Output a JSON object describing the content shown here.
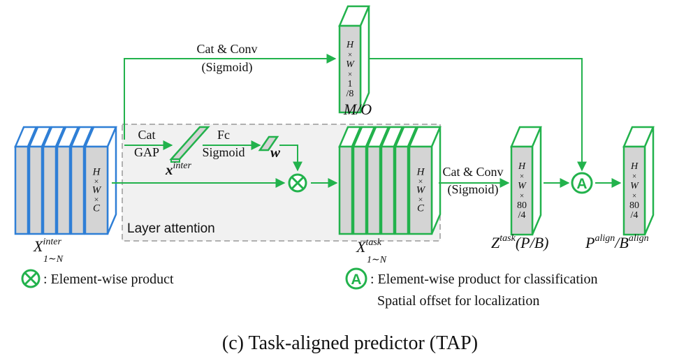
{
  "labels": {
    "cat_conv_top": "Cat & Conv",
    "sigmoid_top": "(Sigmoid)",
    "mo_label": "M/O",
    "cat": "Cat",
    "gap": "GAP",
    "fc": "Fc",
    "sigmoid_mid": "Sigmoid",
    "x_inter_base": "x",
    "x_inter_sup": "inter",
    "w_label": "w",
    "layer_attention": "Layer attention",
    "cat_conv_right": "Cat & Conv",
    "sigmoid_right": "(Sigmoid)",
    "x_in_base": "X",
    "x_in_sup": "inter",
    "x_in_sub": "1∼N",
    "x_task_base": "X",
    "x_task_sup": "task",
    "x_task_sub": "1∼N",
    "z_base": "Z",
    "z_sup": "task",
    "z_rest": "(P/B)",
    "p_base": "P",
    "p_sup": "align",
    "p_slash": "/",
    "b_base": "B",
    "b_sup": "align",
    "legend_times": ": Element-wise product",
    "legend_a_line1": ": Element-wise product for classification",
    "legend_a_line2": "Spatial offset for localization",
    "a_symbol": "A",
    "caption": "(c)  Task-aligned predictor (TAP)"
  },
  "dims": {
    "hwc": [
      "H",
      "×",
      "W",
      "×",
      "C"
    ],
    "mo": [
      "H",
      "×",
      "W",
      "×",
      "1",
      "/8"
    ],
    "z": [
      "H",
      "×",
      "W",
      "×",
      "80",
      "/4"
    ]
  },
  "colors": {
    "blue": "#2f7fd6",
    "green": "#22b24c",
    "gray_face": "#d4d4d4",
    "dashed_box": "#999999"
  }
}
